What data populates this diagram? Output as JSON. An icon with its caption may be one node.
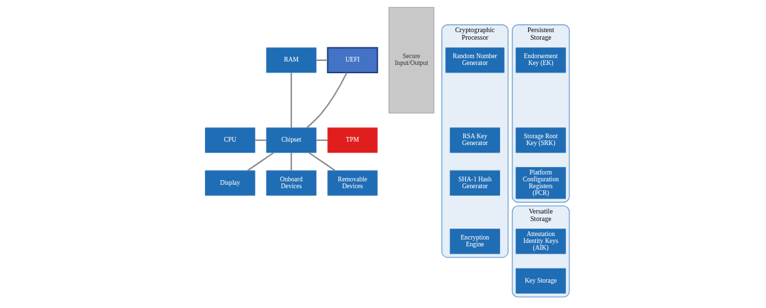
{
  "diagram": {
    "nodes": [
      {
        "text": [
          "RAM"
        ]
      },
      {
        "text": [
          "UEFI"
        ]
      },
      {
        "text": [
          "CPU"
        ]
      },
      {
        "text": [
          "Chipset"
        ]
      },
      {
        "text": [
          "TPM"
        ]
      },
      {
        "text": [
          "Display"
        ]
      },
      {
        "text": [
          "Onboard Devices"
        ]
      },
      {
        "text": [
          "Removable Devices"
        ]
      },
      {
        "text": [
          "Secure Input/Output"
        ]
      },
      {
        "text": [
          "Cryptographic Processor"
        ]
      },
      {
        "text": [
          "Random Number Generator"
        ],
        "in": 9
      },
      {
        "text": [
          "RSA Key Generator"
        ],
        "in": 9
      },
      {
        "text": [
          "SHA-1 Hash Generator"
        ],
        "in": 9
      },
      {
        "text": [
          "Encryption Engine"
        ],
        "in": 9
      },
      {
        "text": [
          "Persistent Storage"
        ]
      },
      {
        "text": [
          "Endorsement Key (EK)"
        ],
        "in": 14
      },
      {
        "text": [
          "Storage Root Key (SRK)"
        ],
        "in": 14
      },
      {
        "text": [
          "Platform Configuration Registers (PCR)"
        ],
        "in": 14
      },
      {
        "text": [
          "Versatile Storage"
        ]
      },
      {
        "text": [
          "Attestation Identity Keys (AIK)"
        ],
        "in": 18
      },
      {
        "text": [
          "Key Storage"
        ],
        "in": 18
      }
    ],
    "edges": [
      {
        "from": 0,
        "to": 3,
        "arrow": "none"
      },
      {
        "from": 2,
        "to": 3,
        "arrow": "none"
      },
      {
        "from": 3,
        "to": 5,
        "arrow": "none"
      },
      {
        "from": 0,
        "to": 1,
        "arrow": "none"
      },
      {
        "from": 3,
        "to": 1,
        "arrow": "none"
      },
      {
        "from": 3,
        "to": 4,
        "arrow": "none"
      },
      {
        "from": 3,
        "to": 6,
        "arrow": "none"
      },
      {
        "from": 3,
        "to": 7,
        "arrow": "none"
      }
    ]
  }
}
